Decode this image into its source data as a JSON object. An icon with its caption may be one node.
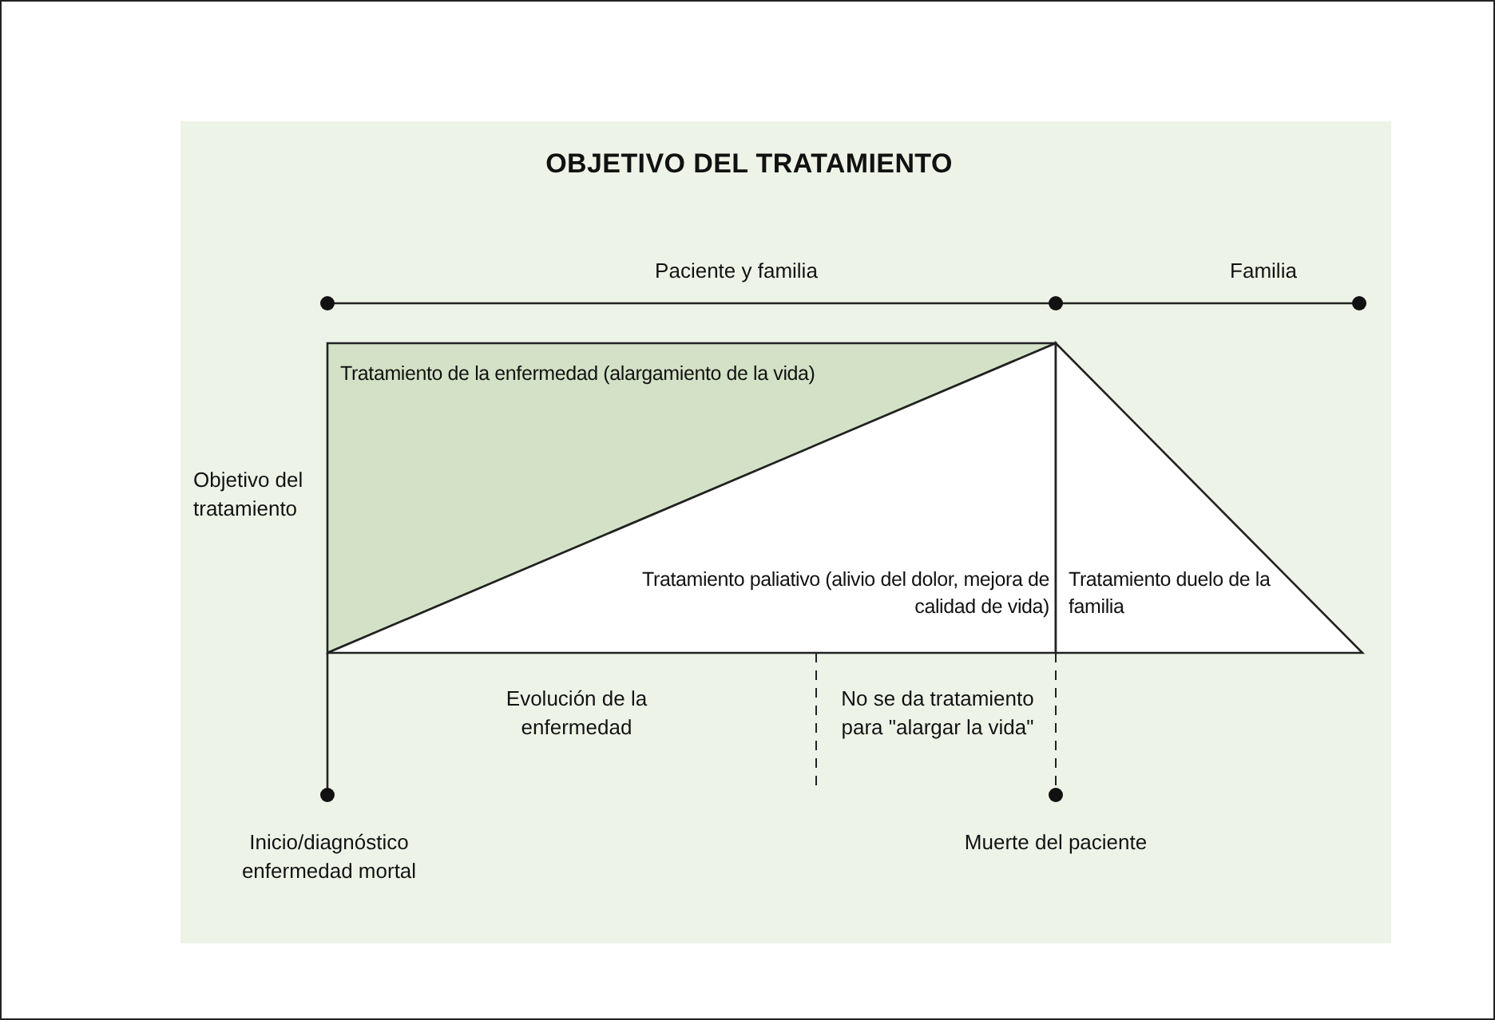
{
  "diagram": {
    "title": "OBJETIVO DEL TRATAMIENTO",
    "nodes": [
      {
        "text": [
          "Tratamiento de la enfermedad (alargamiento de la vida)"
        ]
      },
      {
        "text": [
          "Tratamiento paliativo (alivio del dolor, mejora de calidad de vida)"
        ]
      },
      {
        "text": [
          "Tratamiento duelo de la familia"
        ]
      }
    ],
    "labels": [
      "Paciente y familia",
      "Familia",
      "Objetivo del tratamiento",
      "Evolución de la enfermedad",
      "No se da tratamiento para \"alargar la vida\"",
      "Inicio/diagnóstico enfermedad mortal",
      "Muerte del paciente"
    ]
  }
}
